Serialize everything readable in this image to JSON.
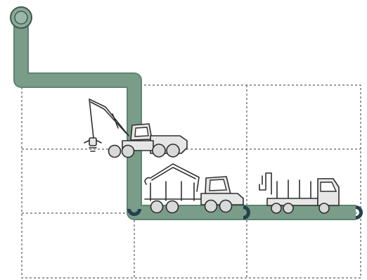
{
  "colors": {
    "route": "#7a9d8a",
    "route_outline": "#5e8470",
    "start_marker_fill": "#8aa99a",
    "start_marker_ring": "#3c5a4c",
    "junction_marker": "#24414f",
    "grid": "#3a3a3a",
    "machine_fill": "#e6e6e6",
    "machine_stroke": "#2f2f2f"
  },
  "grid": {
    "columns": 3,
    "rows": 3,
    "style": "dashed"
  },
  "machines": [
    {
      "icon": "harvester-icon"
    },
    {
      "icon": "forwarder-icon"
    },
    {
      "icon": "timber-truck-icon"
    }
  ],
  "markers": [
    {
      "icon": "start-point-icon"
    },
    {
      "icon": "junction-marker-icon"
    },
    {
      "icon": "junction-marker-icon"
    },
    {
      "icon": "end-marker-icon"
    }
  ]
}
